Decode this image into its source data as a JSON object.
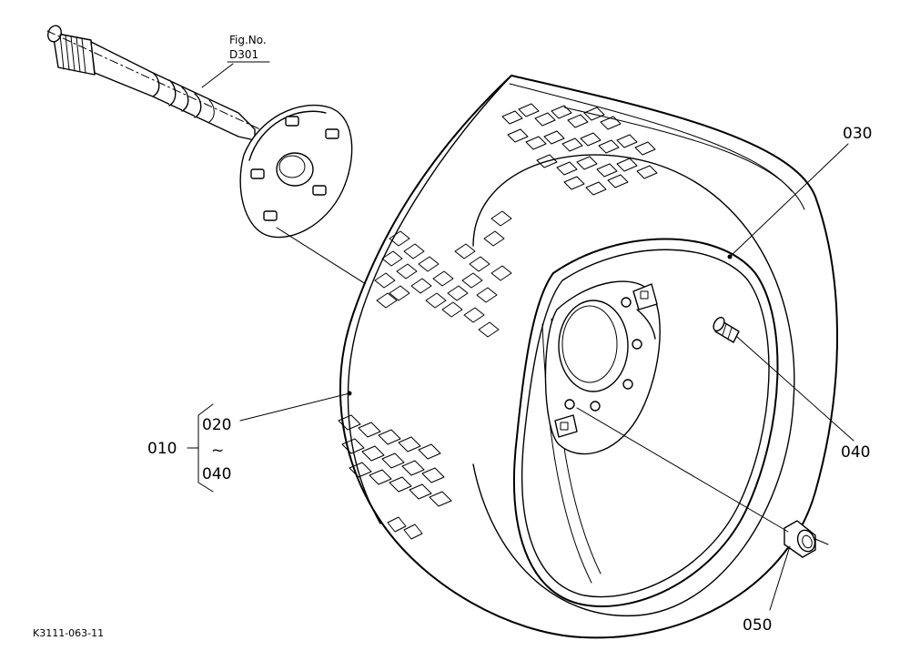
{
  "figure_ref": {
    "line1": "Fig.No.",
    "line2": "D301"
  },
  "callouts": {
    "p030": "030",
    "p040": "040",
    "p050": "050",
    "p010": "010",
    "p020": "020",
    "tilde": "~",
    "p040_range": "040"
  },
  "drawing_code": "K3111-063-11"
}
